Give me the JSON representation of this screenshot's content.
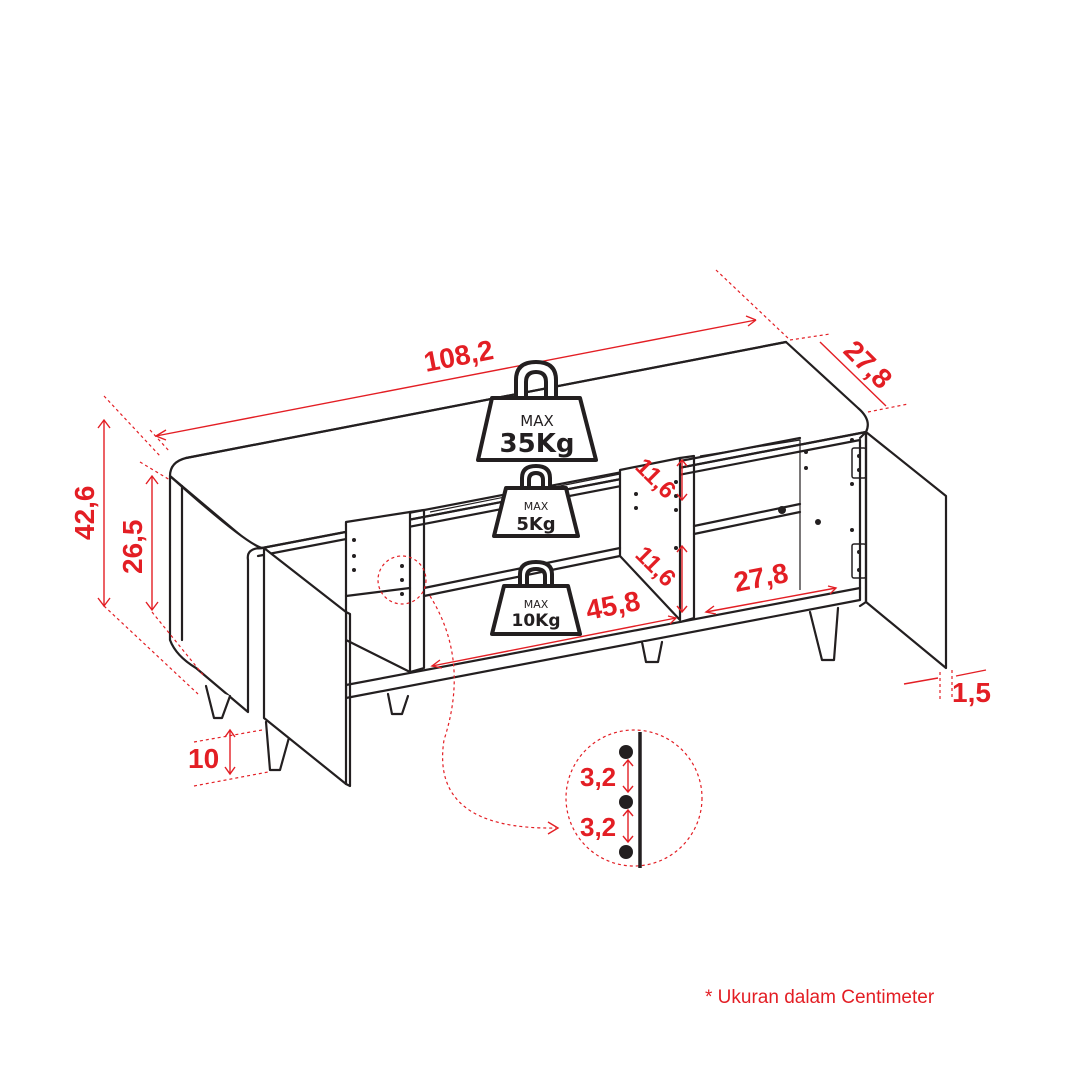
{
  "dimensions": {
    "width": "108,2",
    "depth": "27,8",
    "height_total": "42,6",
    "height_body": "26,5",
    "leg": "10",
    "shelf_gap_upper": "11,6",
    "shelf_gap_lower": "11,6",
    "center_width": "45,8",
    "side_width": "27,8",
    "door_thickness": "1,5",
    "hole_spacing_1": "3,2",
    "hole_spacing_2": "3,2"
  },
  "load_labels": {
    "top": {
      "max": "MAX",
      "value": "35Kg"
    },
    "upper_shelf": {
      "max": "MAX",
      "value": "5Kg"
    },
    "lower_shelf": {
      "max": "MAX",
      "value": "10Kg"
    }
  },
  "note": "* Ukuran dalam Centimeter",
  "colors": {
    "dimension": "#e31e24",
    "line": "#231f20"
  }
}
